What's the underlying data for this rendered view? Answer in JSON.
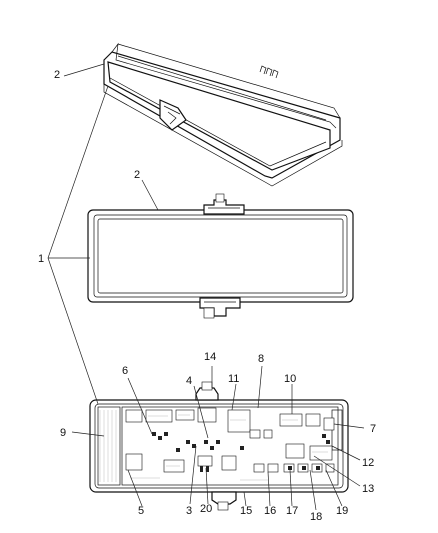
{
  "callouts": [
    {
      "id": "c1",
      "label": "1"
    },
    {
      "id": "c2a",
      "label": "2"
    },
    {
      "id": "c2b",
      "label": "2"
    },
    {
      "id": "c3",
      "label": "3"
    },
    {
      "id": "c4",
      "label": "4"
    },
    {
      "id": "c5",
      "label": "5"
    },
    {
      "id": "c6",
      "label": "6"
    },
    {
      "id": "c7",
      "label": "7"
    },
    {
      "id": "c8",
      "label": "8"
    },
    {
      "id": "c9",
      "label": "9"
    },
    {
      "id": "c10",
      "label": "10"
    },
    {
      "id": "c11",
      "label": "11"
    },
    {
      "id": "c12",
      "label": "12"
    },
    {
      "id": "c13",
      "label": "13"
    },
    {
      "id": "c14",
      "label": "14"
    },
    {
      "id": "c15",
      "label": "15"
    },
    {
      "id": "c16",
      "label": "16"
    },
    {
      "id": "c17",
      "label": "17"
    },
    {
      "id": "c18",
      "label": "18"
    },
    {
      "id": "c19",
      "label": "19"
    },
    {
      "id": "c20",
      "label": "20"
    }
  ]
}
